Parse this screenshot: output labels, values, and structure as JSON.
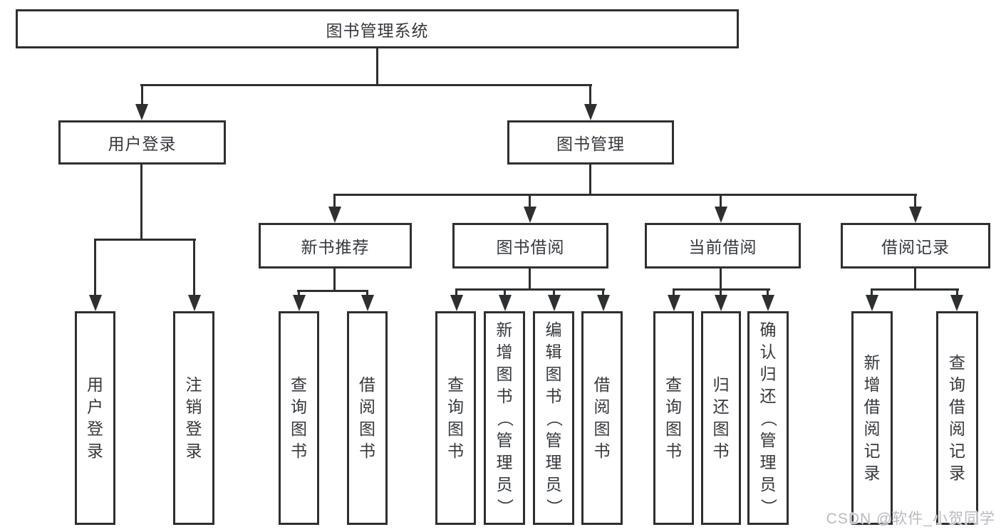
{
  "nodes": {
    "root": "图书管理系统",
    "user_login": "用户登录",
    "book_management": "图书管理",
    "new_book_recommend": "新书推荐",
    "book_borrow": "图书借阅",
    "current_borrow": "当前借阅",
    "borrow_records": "借阅记录",
    "leaf_user_login": "用户登录",
    "leaf_logout": "注销登录",
    "leaf_nb_query_books": "查询图书",
    "leaf_nb_borrow_books": "借阅图书",
    "leaf_bb_query_books": "查询图书",
    "leaf_bb_add_books_admin": "新增图书（管理员）",
    "leaf_bb_edit_books_admin": "编辑图书（管理员）",
    "leaf_bb_borrow_books": "借阅图书",
    "leaf_cb_query_books": "查询图书",
    "leaf_cb_return_books": "归还图书",
    "leaf_cb_confirm_return_admin": "确认归还（管理员）",
    "leaf_br_add_record": "新增借阅记录",
    "leaf_br_query_record": "查询借阅记录"
  },
  "edges": [
    [
      "root",
      "user_login"
    ],
    [
      "root",
      "book_management"
    ],
    [
      "user_login",
      "leaf_user_login"
    ],
    [
      "user_login",
      "leaf_logout"
    ],
    [
      "book_management",
      "new_book_recommend"
    ],
    [
      "book_management",
      "book_borrow"
    ],
    [
      "book_management",
      "current_borrow"
    ],
    [
      "book_management",
      "borrow_records"
    ],
    [
      "new_book_recommend",
      "leaf_nb_query_books"
    ],
    [
      "new_book_recommend",
      "leaf_nb_borrow_books"
    ],
    [
      "book_borrow",
      "leaf_bb_query_books"
    ],
    [
      "book_borrow",
      "leaf_bb_add_books_admin"
    ],
    [
      "book_borrow",
      "leaf_bb_edit_books_admin"
    ],
    [
      "book_borrow",
      "leaf_bb_borrow_books"
    ],
    [
      "current_borrow",
      "leaf_cb_query_books"
    ],
    [
      "current_borrow",
      "leaf_cb_return_books"
    ],
    [
      "current_borrow",
      "leaf_cb_confirm_return_admin"
    ],
    [
      "borrow_records",
      "leaf_br_add_record"
    ],
    [
      "borrow_records",
      "leaf_br_query_record"
    ]
  ],
  "watermark": {
    "text": "CSDN @软件_小贺同学"
  },
  "colors": {
    "line": "#2d2f31",
    "text": "#35383c",
    "watermark": "#b9babf",
    "background": "#ffffff"
  }
}
